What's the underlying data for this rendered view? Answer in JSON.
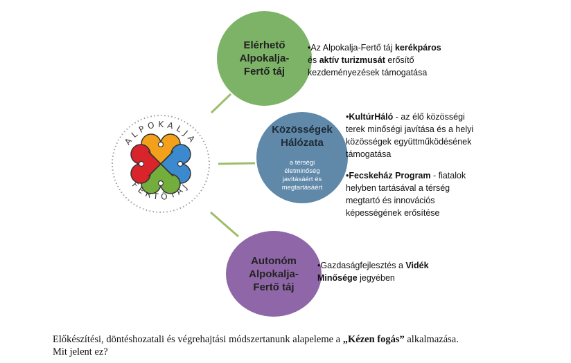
{
  "logo": {
    "top_text": "ALPOKALJA",
    "bottom_text": "FERTŐTÁJ",
    "petal_colors": [
      "#f3a11b",
      "#3b8ad0",
      "#73ad3c",
      "#d9242b"
    ],
    "ring_color": "#9a9a9a"
  },
  "colors": {
    "connector": "#9ebd6b",
    "green_circle": "#7cb366",
    "blue_circle": "#5f88a9",
    "purple_circle": "#8f67a8"
  },
  "circles": [
    {
      "title": "Elérhető\nAlpokalja-\nFertő táj",
      "subtitle": ""
    },
    {
      "title": "Közösségek\nHálózata",
      "subtitle": "a térségi\néletminőség\njavításáért és\nmegtartásáért"
    },
    {
      "title": "Autonóm\nAlpokalja-\nFertő táj",
      "subtitle": ""
    }
  ],
  "bullets": {
    "b1": {
      "bullet": "•",
      "t1": "Az Alpokalja-Fertő táj ",
      "t2": "kerékpáros\n",
      "t3": "és ",
      "t4": "aktív turizmusát",
      "t5": " erősítő\nkezdeményezések támogatása"
    },
    "b2": {
      "bullet": "•",
      "t1": "KultúrHáló",
      "t2": "  - az élő  közösségi\nterek minőségi javítása és a  helyi\nközösségek együttműködésének\ntámogatása"
    },
    "b3": {
      "bullet": "•",
      "t1": "Fecskeház Program",
      "t2": " - fiatalok\nhelyben tartásával a térség\nmegtartó és innovációs\nképességének erősítése"
    },
    "b4": {
      "bullet": "•",
      "t1": "Gazdaságfejlesztés ",
      "t2": "a ",
      "t3": "Vidék\nMinősége",
      "t4": " jegyében"
    }
  },
  "footer": {
    "line1_pre": "Előkészítési, döntéshozatali és végrehajtási módszertanunk alapeleme a ",
    "line1_bold": "„Kézen fogás”",
    "line1_post": " alkalmazása.",
    "line2": "Mit jelent ez?"
  }
}
